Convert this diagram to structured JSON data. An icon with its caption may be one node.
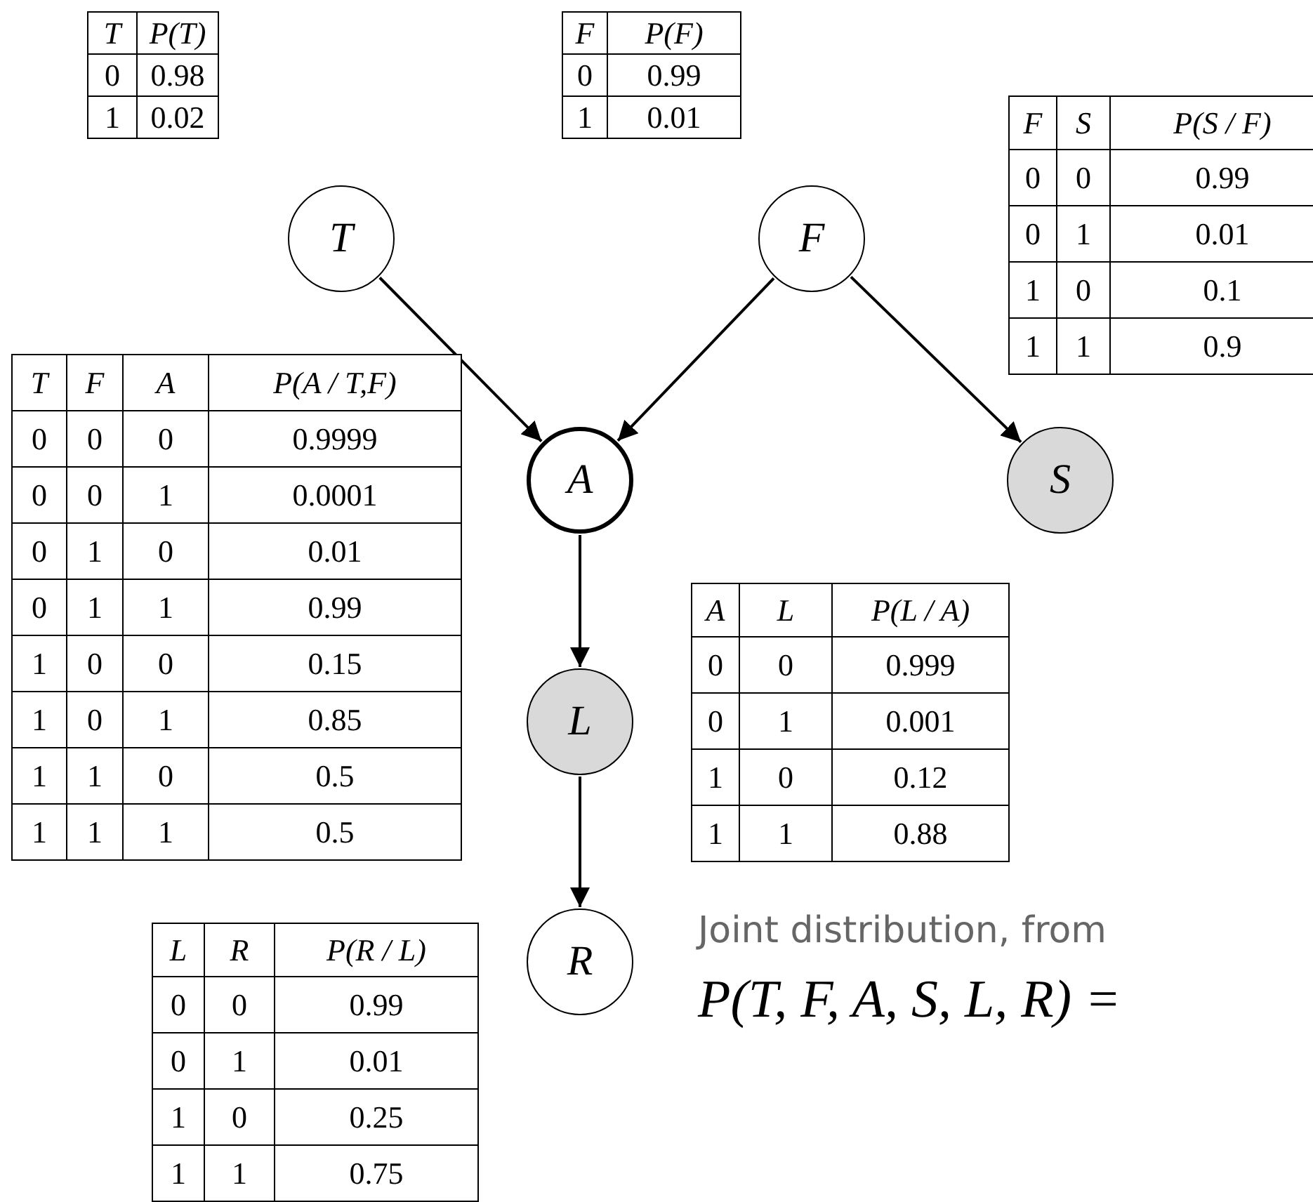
{
  "diagram": {
    "nodes": [
      {
        "text": [
          "T"
        ]
      },
      {
        "text": [
          "F"
        ]
      },
      {
        "text": [
          "A"
        ]
      },
      {
        "text": [
          "S"
        ]
      },
      {
        "text": [
          "L"
        ]
      },
      {
        "text": [
          "R"
        ]
      }
    ],
    "edges": [
      {
        "from": 0,
        "to": 2,
        "arrow": "to"
      },
      {
        "from": 1,
        "to": 2,
        "arrow": "to"
      },
      {
        "from": 1,
        "to": 3,
        "arrow": "to"
      },
      {
        "from": 2,
        "to": 4,
        "arrow": "to"
      },
      {
        "from": 4,
        "to": 5,
        "arrow": "to"
      }
    ],
    "labels": [
      "T",
      "P(T)",
      "0",
      "0.98",
      "1",
      "0.02",
      "F",
      "P(F)",
      "0",
      "0.99",
      "1",
      "0.01",
      "F",
      "S",
      "P(S / F)",
      "0",
      "0",
      "0.99",
      "0",
      "1",
      "0.01",
      "1",
      "0",
      "0.1",
      "1",
      "1",
      "0.9",
      "T",
      "F",
      "A",
      "P(A / T,F)",
      "0",
      "0",
      "0",
      "0.9999",
      "0",
      "0",
      "1",
      "0.0001",
      "0",
      "1",
      "0",
      "0.01",
      "0",
      "1",
      "1",
      "0.99",
      "1",
      "0",
      "0",
      "0.15",
      "1",
      "0",
      "1",
      "0.85",
      "1",
      "1",
      "0",
      "0.5",
      "1",
      "1",
      "1",
      "0.5",
      "A",
      "L",
      "P(L / A)",
      "0",
      "0",
      "0.999",
      "0",
      "1",
      "0.001",
      "1",
      "0",
      "0.12",
      "1",
      "1",
      "0.88",
      "L",
      "R",
      "P(R / L)",
      "0",
      "0",
      "0.99",
      "0",
      "1",
      "0.01",
      "1",
      "0",
      "0.25",
      "1",
      "1",
      "0.75",
      "Joint distribution, from",
      "P(T, F, A, S, L, R) ="
    ]
  }
}
